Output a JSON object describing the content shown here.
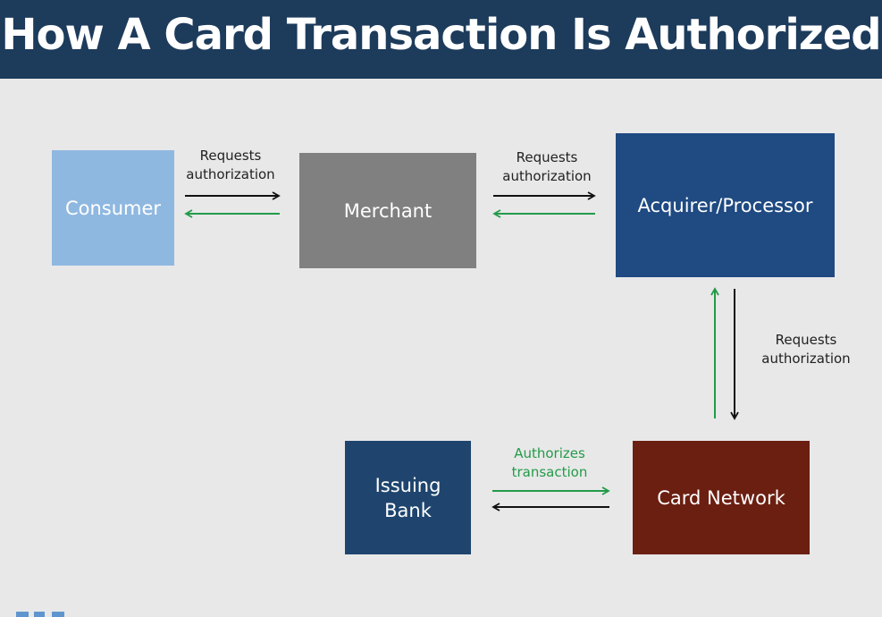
{
  "title": "How A Card Transaction Is Authorized",
  "nodes": {
    "consumer": {
      "label": "Consumer",
      "color": "#8fb8e0"
    },
    "merchant": {
      "label": "Merchant",
      "color": "#808080"
    },
    "acquirer": {
      "label": "Acquirer/Processor",
      "color": "#1f4a82"
    },
    "card_network": {
      "label": "Card Network",
      "color": "#6b1f11"
    },
    "issuing_bank": {
      "label": "Issuing\nBank",
      "color": "#1f456e"
    }
  },
  "edge_labels": {
    "consumer_to_merchant": "Requests\nauthorization",
    "merchant_to_acquirer": "Requests\nauthorization",
    "acquirer_to_network": "Requests\nauthorization",
    "bank_to_network": "Authorizes\ntransaction"
  },
  "colors": {
    "request_arrow": "#111111",
    "response_arrow": "#239b48",
    "header_bg": "#1d3b5b",
    "canvas_bg": "#e8e8e9"
  }
}
